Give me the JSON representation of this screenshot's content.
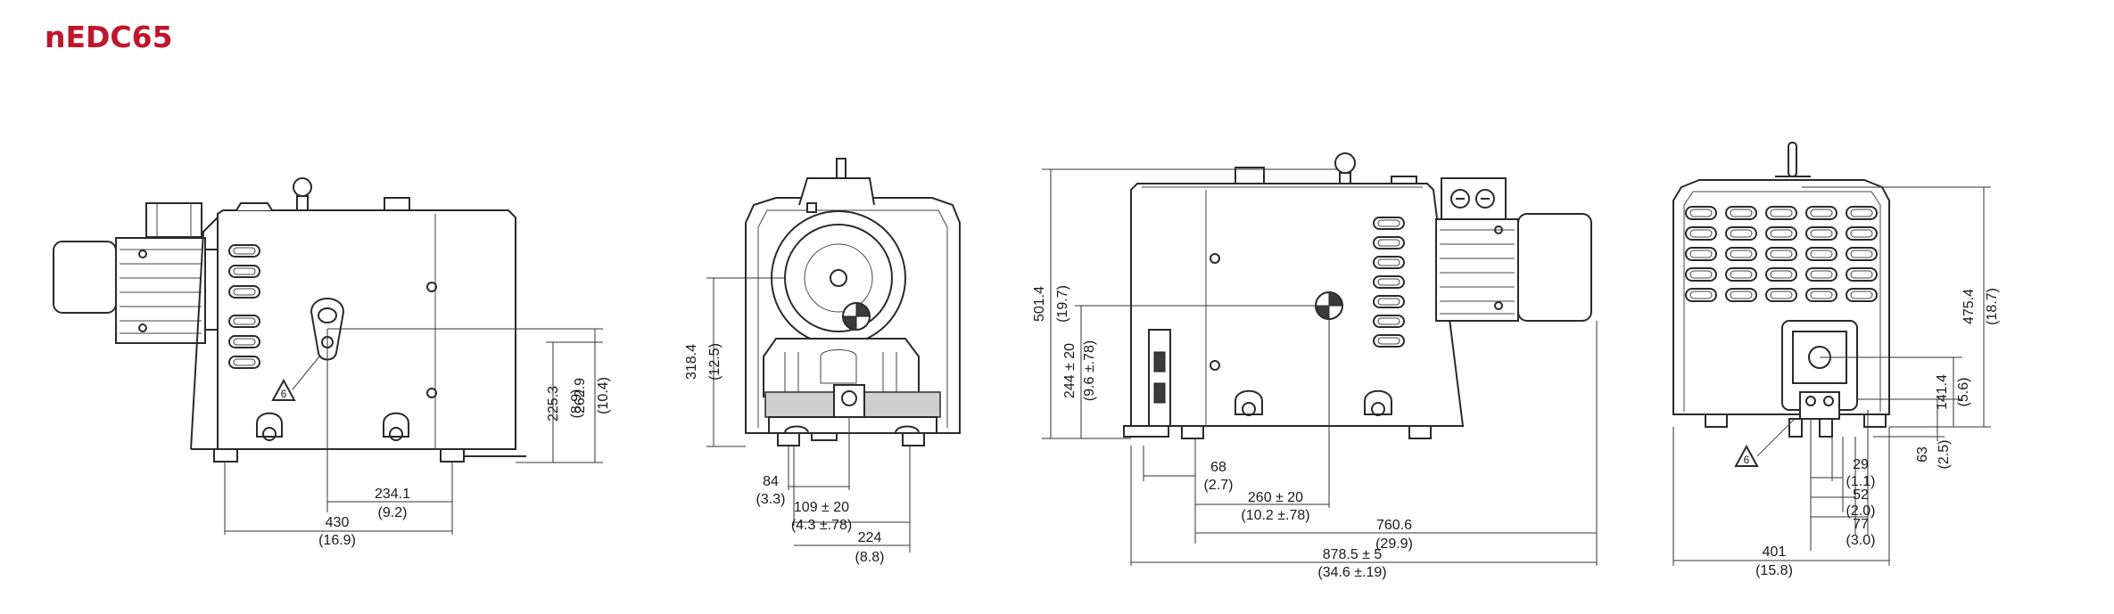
{
  "title": "nEDC65",
  "colors": {
    "title": "#c0162c",
    "line": "#2a2a2a",
    "background": "#ffffff"
  },
  "warning_label": "6",
  "views": {
    "side_left": {
      "dims": [
        {
          "mm": "262.9",
          "in": "(10.4)"
        },
        {
          "mm": "225.3",
          "in": "(8.9)"
        },
        {
          "mm": "234.1",
          "in": "(9.2)"
        },
        {
          "mm": "430",
          "in": "(16.9)"
        }
      ]
    },
    "front": {
      "dims": [
        {
          "mm": "318.4",
          "in": "(12.5)"
        },
        {
          "mm": "84",
          "in": "(3.3)"
        },
        {
          "mm": "109 ± 20",
          "in": "(4.3 ±.78)"
        },
        {
          "mm": "224",
          "in": "(8.8)"
        }
      ]
    },
    "side_right": {
      "dims": [
        {
          "mm": "501.4",
          "in": "(19.7)"
        },
        {
          "mm": "244 ± 20",
          "in": "(9.6 ±.78)"
        },
        {
          "mm": "68",
          "in": "(2.7)"
        },
        {
          "mm": "260 ± 20",
          "in": "(10.2 ±.78)"
        },
        {
          "mm": "760.6",
          "in": "(29.9)"
        },
        {
          "mm": "878.5 ± 5",
          "in": "(34.6 ±.19)"
        }
      ]
    },
    "rear": {
      "dims": [
        {
          "mm": "475.4",
          "in": "(18.7)"
        },
        {
          "mm": "141.4",
          "in": "(5.6)"
        },
        {
          "mm": "63",
          "in": "(2.5)"
        },
        {
          "mm": "29",
          "in": "(1.1)"
        },
        {
          "mm": "52",
          "in": "(2.0)"
        },
        {
          "mm": "77",
          "in": "(3.0)"
        },
        {
          "mm": "401",
          "in": "(15.8)"
        }
      ]
    }
  }
}
